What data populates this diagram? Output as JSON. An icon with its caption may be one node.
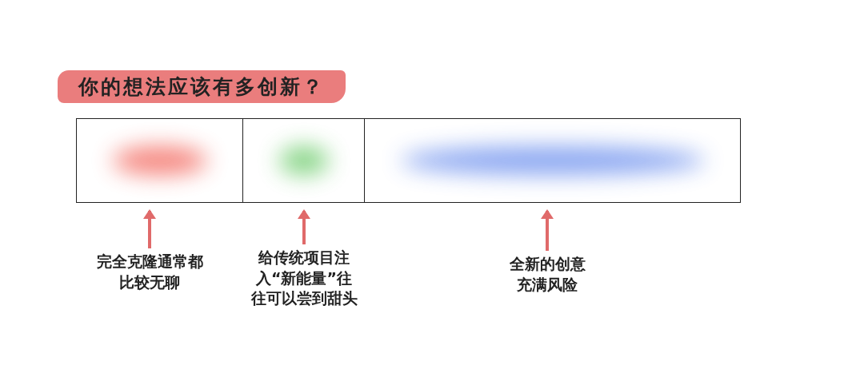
{
  "diagram": {
    "title": "你的想法应该有多创新？",
    "nodes": [
      {
        "text": [],
        "shape": "box"
      },
      {
        "text": [],
        "shape": "box"
      },
      {
        "text": [],
        "shape": "box"
      },
      {
        "text": [
          "完全克隆通常都比较无聊"
        ]
      },
      {
        "text": [
          "给传统项目注入“新能量”往往可以尝到甜头"
        ]
      },
      {
        "text": [
          "全新的创意充满风险"
        ]
      }
    ],
    "edges": [
      {
        "from": 3,
        "to": 0,
        "arrow": "to"
      },
      {
        "from": 4,
        "to": 1,
        "arrow": "to"
      },
      {
        "from": 5,
        "to": 2,
        "arrow": "to"
      }
    ]
  }
}
